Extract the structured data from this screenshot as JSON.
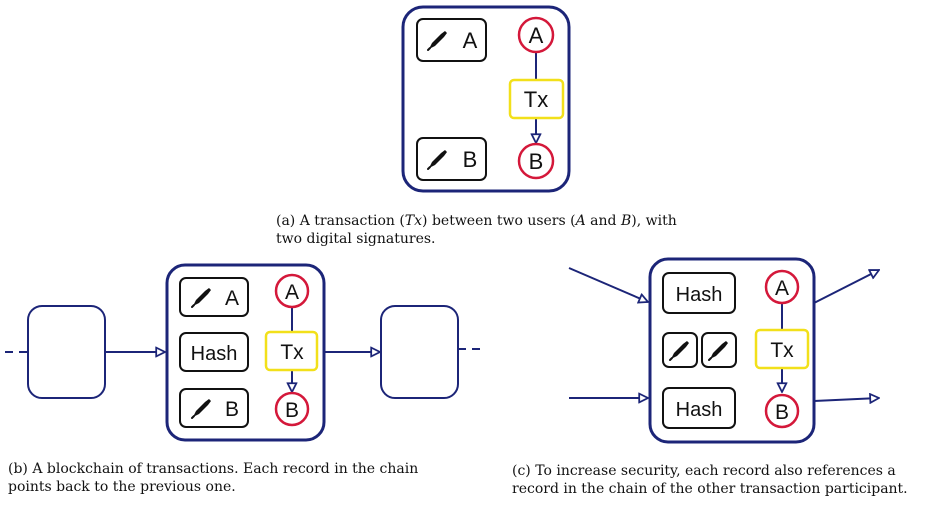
{
  "colors": {
    "record_border": "#1c2578",
    "user_circle": "#d4183a",
    "tx_box": "#f2e01a",
    "box_border": "#111111",
    "text": "#111111"
  },
  "labels": {
    "user_a": "A",
    "user_b": "B",
    "tx": "Tx",
    "hash": "Hash"
  },
  "icons": {
    "signature": "pen-icon"
  },
  "captions": {
    "a": {
      "line1_pre": "(a) A transaction (",
      "line1_tx": "Tx",
      "line1_mid": ") between two users (",
      "line1_a": "A",
      "line1_and": " and ",
      "line1_b": "B",
      "line1_post": "), with",
      "line2": "two digital signatures."
    },
    "b": {
      "line1": "(b) A blockchain of transactions. Each record in the chain",
      "line2": "points back to the previous one."
    },
    "c": {
      "line1": "(c) To increase security, each record also references a",
      "line2": "record in the chain of the other transaction participant."
    }
  }
}
